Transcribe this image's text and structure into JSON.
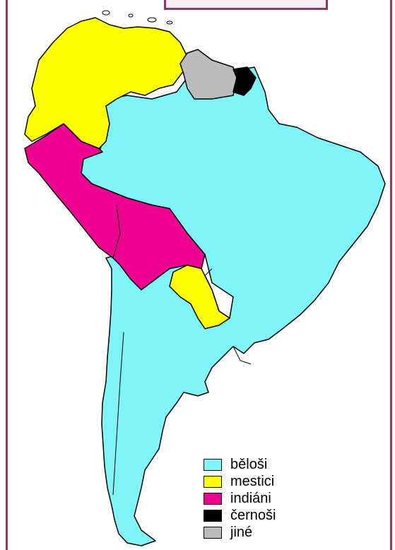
{
  "title": "",
  "colors": {
    "frame": "#8b3a62",
    "belosi": "#7ff5f9",
    "mestici": "#ffff00",
    "indiani": "#ee0090",
    "cernosi": "#000000",
    "jine": "#bbbbbb",
    "border": "#000000"
  },
  "legend": [
    {
      "key": "belosi",
      "label": "běloši",
      "color": "#7ff5f9"
    },
    {
      "key": "mestici",
      "label": "mestici",
      "color": "#ffff00"
    },
    {
      "key": "indiani",
      "label": "indiáni",
      "color": "#ee0090"
    },
    {
      "key": "cernosi",
      "label": "černoši",
      "color": "#000000"
    },
    {
      "key": "jine",
      "label": "jiné",
      "color": "#bbbbbb"
    }
  ]
}
